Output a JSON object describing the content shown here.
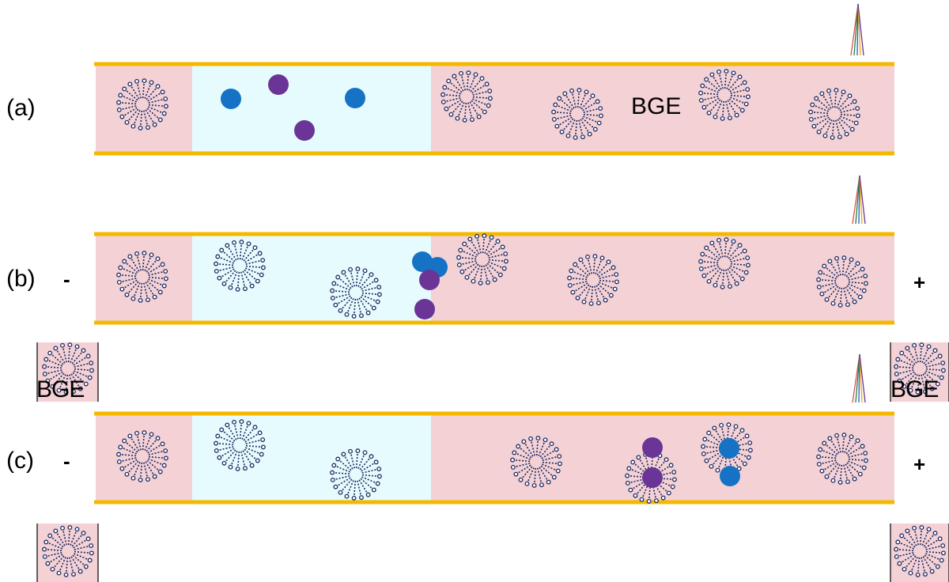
{
  "panels": [
    {
      "label": "(a)",
      "text_in_capillary": "BGE",
      "polarity_left": "",
      "polarity_right": ""
    },
    {
      "label": "(b)",
      "text_in_capillary": "",
      "polarity_left": "-",
      "polarity_right": "+"
    },
    {
      "label": "(c)",
      "text_in_capillary": "",
      "polarity_left": "-",
      "polarity_right": "+"
    }
  ],
  "vials": {
    "left_label": "BGE",
    "right_label": "BGE"
  },
  "colors": {
    "capillary_wall": "#f5b800",
    "bge_zone": "#f3d1d4",
    "sample_zone": "#e6fbfd",
    "micelle": "#1d2a64",
    "analyte_blue": "#1672c4",
    "analyte_purple": "#6a3596",
    "detector": [
      "#d9534f",
      "#2e7d32",
      "#1e5bd6",
      "#f0a800",
      "#6a3596"
    ]
  },
  "icons": [
    "micelle-icon",
    "analyte-blue-icon",
    "analyte-purple-icon",
    "detector-icon",
    "vial-icon"
  ]
}
